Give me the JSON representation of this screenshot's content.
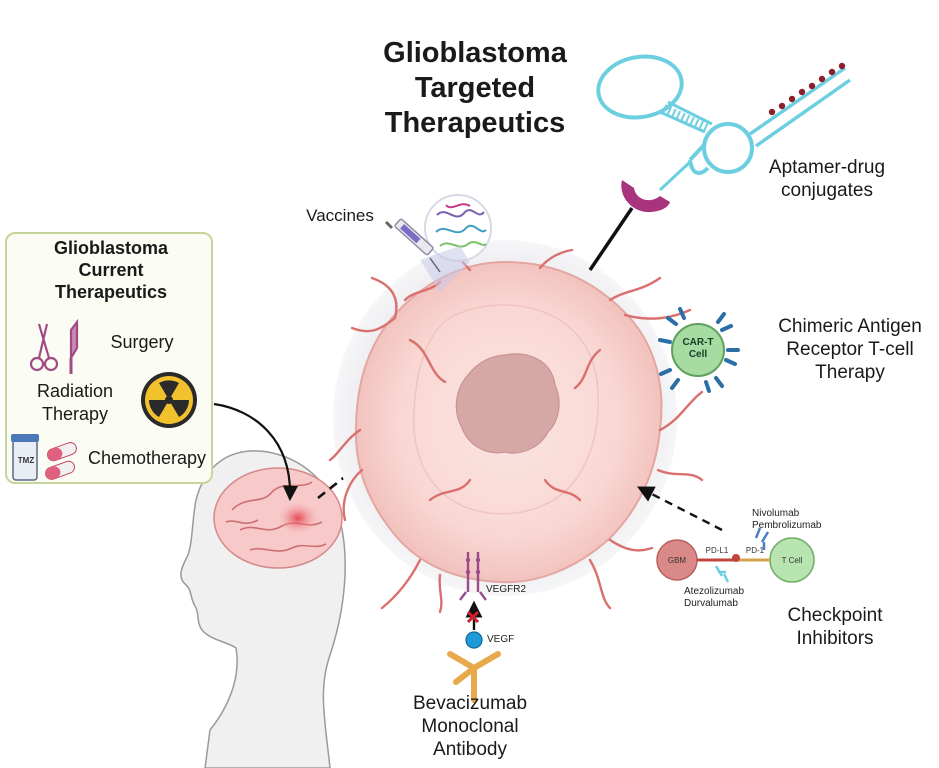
{
  "title": "Glioblastoma\nTargeted\nTherapeutics",
  "current": {
    "title": "Glioblastoma\nCurrent\nTherapeutics",
    "surgery": "Surgery",
    "radiation": "Radiation\nTherapy",
    "chemo": "Chemotherapy",
    "tmz": "TMZ"
  },
  "labels": {
    "vaccines": "Vaccines",
    "aptamer": "Aptamer-drug\nconjugates",
    "cart_therapy": "Chimeric Antigen\nReceptor T-cell\nTherapy",
    "cart_cell": "CAR-T\nCell",
    "checkpoint": "Checkpoint\nInhibitors",
    "bevacizumab": "Bevacizumab\nMonoclonal\nAntibody",
    "vegfr2": "VEGFR2",
    "vegf": "VEGF",
    "nivolumab": "Nivolumab\nPembrolizumab",
    "atezolizumab": "Atezolizumab\nDurvalumab",
    "pdl1": "PD-L1",
    "pd1": "PD-1",
    "gbm": "GBM",
    "tcell": "T Cell"
  },
  "colors": {
    "tumor_outer": "#f7d3cf",
    "tumor_core": "#d7a9a5",
    "vessel": "#d9706e",
    "aptamer": "#6ccfe0",
    "aptamer_cap": "#a7347d",
    "antibody": "#e8a94c",
    "cart": "#a6dca2",
    "box_border": "#c6d59b"
  }
}
